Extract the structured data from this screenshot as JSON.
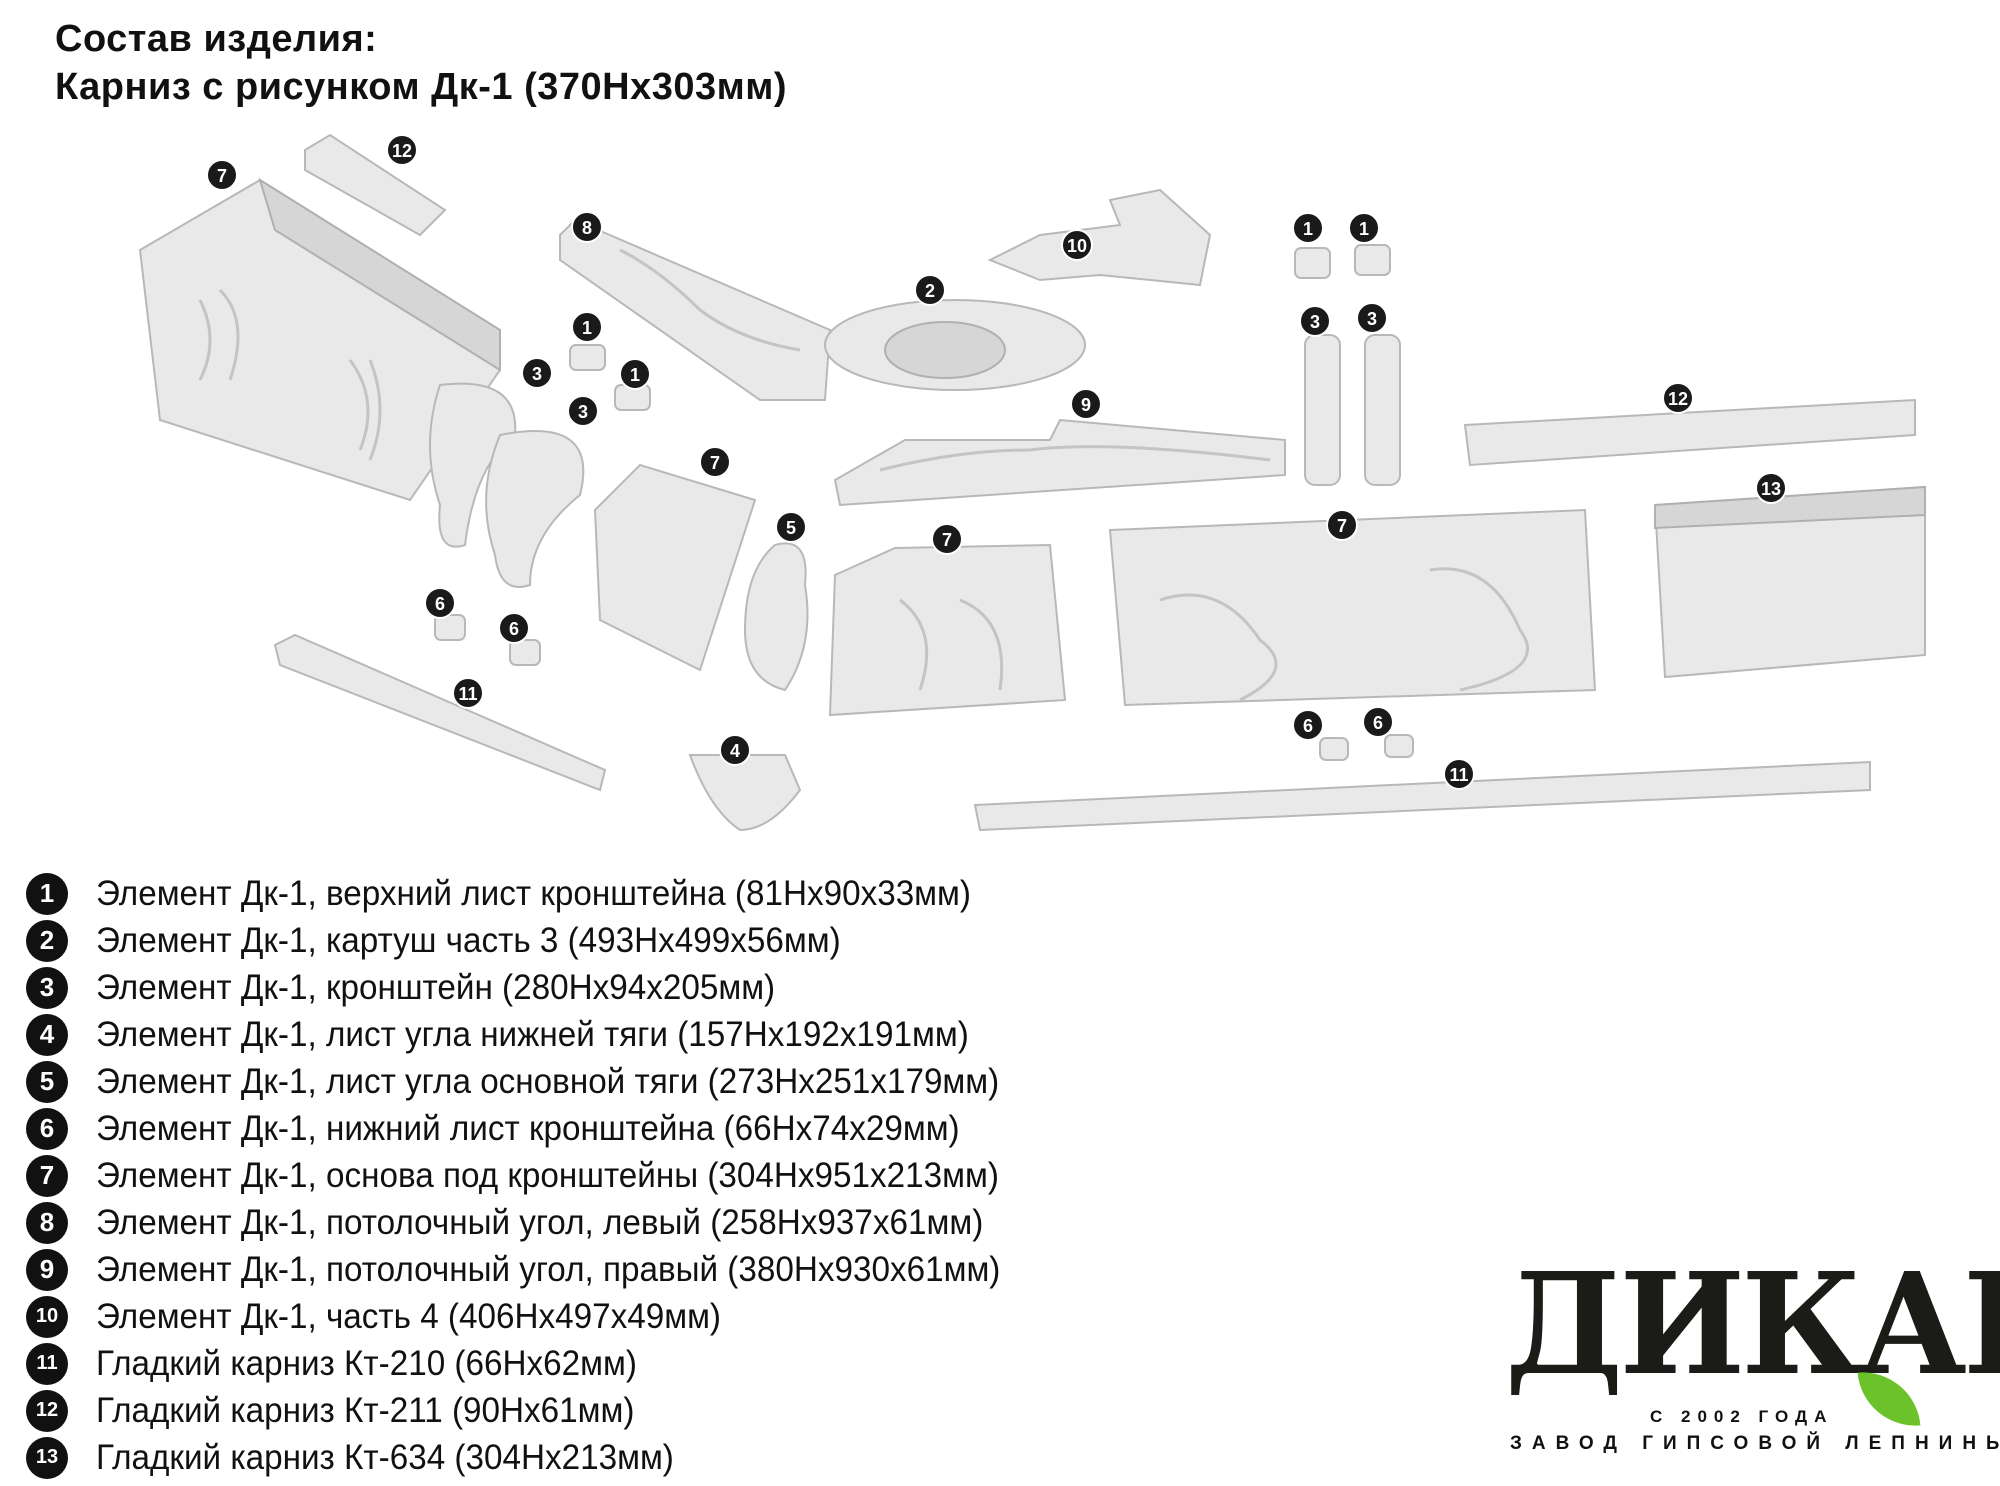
{
  "header": {
    "line1": "Состав изделия:",
    "line2": "Карниз с рисунком Дк-1 (370Нх303мм)"
  },
  "diagram_badges": [
    "7",
    "12",
    "8",
    "10",
    "2",
    "1",
    "1",
    "1",
    "1",
    "3",
    "3",
    "3",
    "3",
    "9",
    "12",
    "7",
    "5",
    "7",
    "7",
    "13",
    "6",
    "6",
    "6",
    "6",
    "11",
    "4",
    "11"
  ],
  "legend": [
    {
      "num": "1",
      "text": "Элемент Дк-1, верхний лист кронштейна (81Нх90х33мм)"
    },
    {
      "num": "2",
      "text": "Элемент Дк-1, картуш часть 3 (493Нх499х56мм)"
    },
    {
      "num": "3",
      "text": "Элемент Дк-1, кронштейн (280Нх94х205мм)"
    },
    {
      "num": "4",
      "text": "Элемент Дк-1, лист угла нижней тяги (157Нх192х191мм)"
    },
    {
      "num": "5",
      "text": "Элемент Дк-1, лист угла основной тяги (273Нх251х179мм)"
    },
    {
      "num": "6",
      "text": "Элемент Дк-1, нижний лист кронштейна (66Нх74х29мм)"
    },
    {
      "num": "7",
      "text": "Элемент Дк-1, основа под кронштейны (304Нх951х213мм)"
    },
    {
      "num": "8",
      "text": "Элемент Дк-1, потолочный угол, левый (258Нх937х61мм)"
    },
    {
      "num": "9",
      "text": "Элемент Дк-1, потолочный угол, правый (380Нх930х61мм)"
    },
    {
      "num": "10",
      "text": "Элемент Дк-1, часть 4 (406Нх497х49мм)"
    },
    {
      "num": "11",
      "text": "Гладкий карниз Кт-210 (66Нх62мм)"
    },
    {
      "num": "12",
      "text": "Гладкий карниз Кт-211 (90Нх61мм)"
    },
    {
      "num": "13",
      "text": "Гладкий карниз Кт-634 (304Нх213мм)"
    }
  ],
  "logo": {
    "brand": "ДИКАРТ",
    "since": "С 2002 ГОДА",
    "tagline": "ЗАВОД ГИПСОВОЙ ЛЕПНИНЫ",
    "leaf_color": "#6cc22a"
  }
}
